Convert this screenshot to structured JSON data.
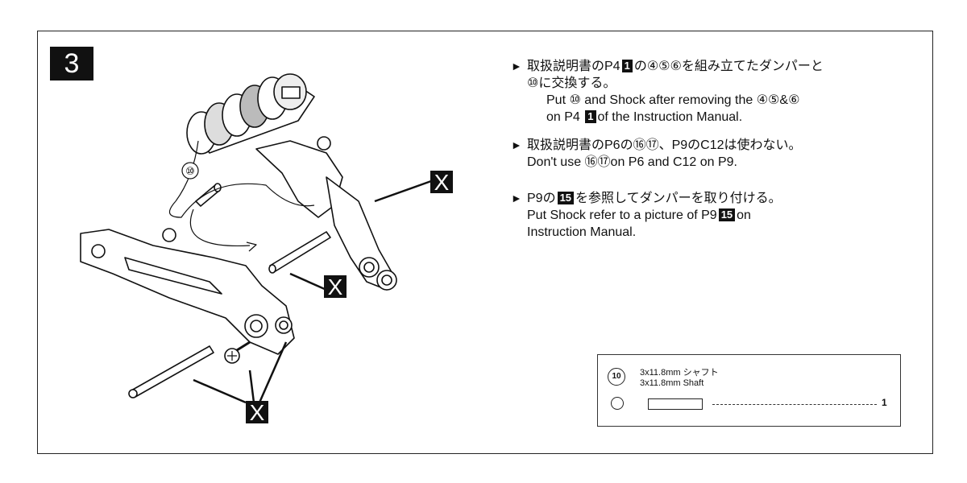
{
  "step": {
    "number": "3"
  },
  "illustration": {
    "part_callout": "⑩",
    "x_mark": "X"
  },
  "instructions": [
    {
      "jp_a": "取扱説明書のP4",
      "jp_badge": "1",
      "jp_b": "の④⑤⑥を組み立てたダンパーと",
      "jp_line2": "⑩に交換する。",
      "en_line1": "Put ⑩ and Shock after removing the ④⑤&⑥",
      "en_line2_a": "on P4",
      "en_line2_badge": "1",
      "en_line2_b": "of the Instruction Manual."
    },
    {
      "jp": "取扱説明書のP6の⑯⑰、P9のC12は使わない。",
      "en": "Don't use ⑯⑰on P6 and C12 on P9."
    },
    {
      "jp_a": "P9の",
      "jp_badge": "15",
      "jp_b": "を参照してダンパーを取り付ける。",
      "en_line1_a": "Put Shock refer to a picture of P9",
      "en_line1_badge": "15",
      "en_line1_b": "on",
      "en_line2": "Instruction Manual."
    }
  ],
  "parts": {
    "number": "10",
    "name_jp": "3x11.8mm シャフト",
    "name_en": "3x11.8mm Shaft",
    "quantity": "1"
  }
}
